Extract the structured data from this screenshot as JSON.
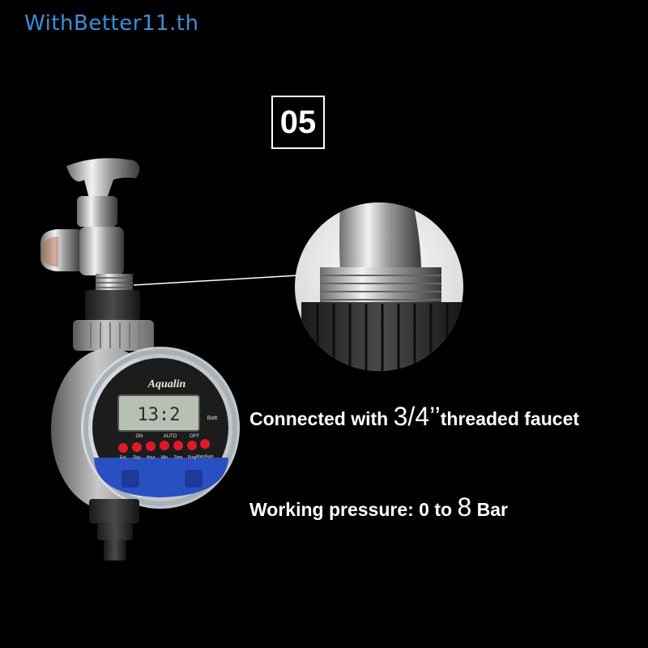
{
  "watermark": "WithBetter11.th",
  "step_number": "05",
  "device": {
    "brand": "Aqualin",
    "lcd_time": "13:2",
    "batt_label": "Batt",
    "mode_labels": [
      "ON",
      "AUTO",
      "OFF"
    ],
    "button_labels": [
      "Esc",
      "Day",
      "Hour",
      "Min",
      "Time",
      "Prog",
      "Man/Auto"
    ]
  },
  "captions": {
    "line1_before": "Connected with ",
    "line1_big": "3/4’’",
    "line1_after": "threaded faucet",
    "line2_before": "Working pressure: 0 to ",
    "line2_big": "8",
    "line2_after": " Bar"
  },
  "colors": {
    "button_red": "#e0182a",
    "lower_panel_blue": "#2a4fc0",
    "watermark_blue": "#3b8fd8"
  }
}
